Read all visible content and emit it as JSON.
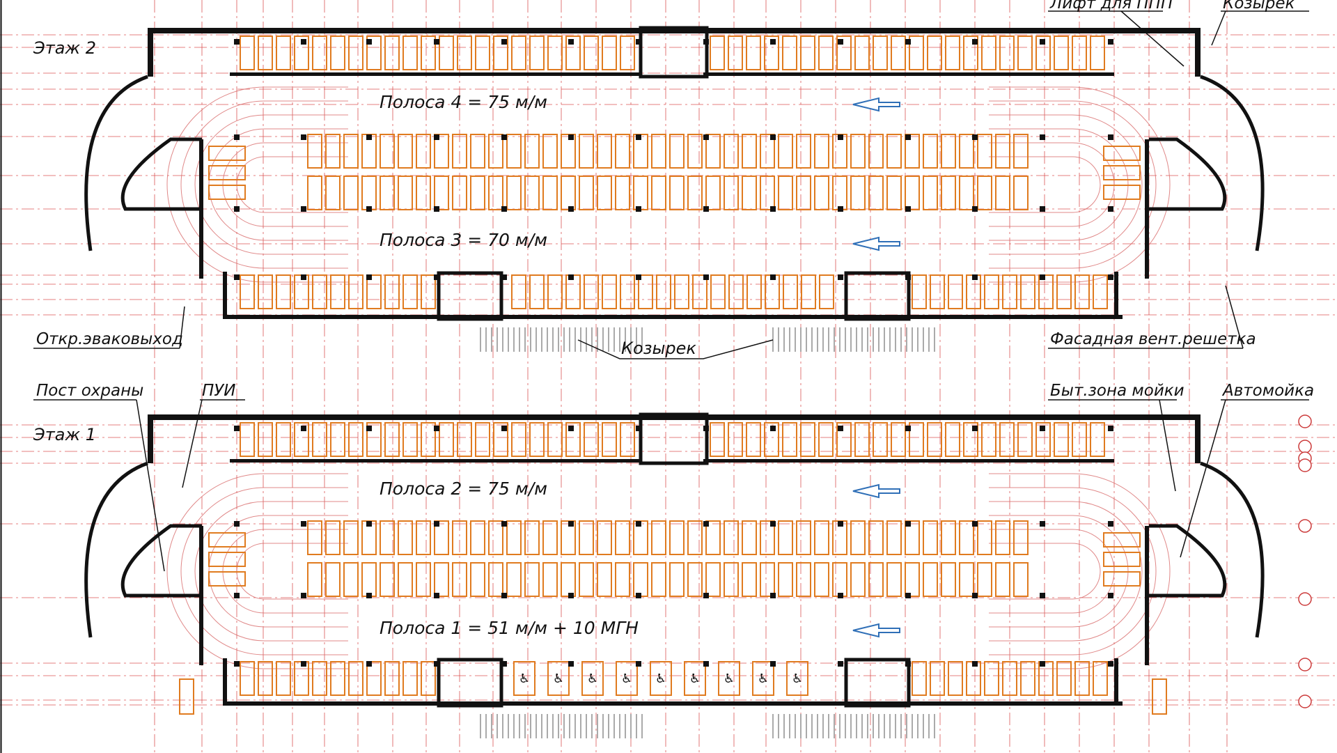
{
  "floors": [
    {
      "id": "floor2",
      "label": "Этаж 2",
      "lanes": [
        {
          "text": "Полоса 4 = 75 м/м"
        },
        {
          "text": "Полоса 3 = 70 м/м"
        }
      ],
      "callouts": [
        {
          "text": "Лифт для ППП"
        },
        {
          "text": "Козырек"
        },
        {
          "text": "Откр.эваковыход"
        },
        {
          "text": "Козырек"
        },
        {
          "text": "Фасадная вент.решетка"
        }
      ]
    },
    {
      "id": "floor1",
      "label": "Этаж 1",
      "lanes": [
        {
          "text": "Полоса 2 = 75 м/м"
        },
        {
          "text": "Полоса 1 = 51 м/м + 10 МГН"
        }
      ],
      "callouts": [
        {
          "text": "Пост охраны"
        },
        {
          "text": "ПУИ"
        },
        {
          "text": "Быт.зона мойки"
        },
        {
          "text": "Автомойка"
        }
      ]
    }
  ],
  "colors": {
    "wall": "#111111",
    "parking": "#e07b1f",
    "axis": "#d94a4a",
    "arrow": "#2f6fb7",
    "curve": "#d86a6a",
    "grid_marker": "#cc3b3b"
  },
  "icons": {
    "direction": "arrow-left-icon",
    "accessible": "wheelchair-icon",
    "axis_marker": "circle-marker-icon"
  }
}
